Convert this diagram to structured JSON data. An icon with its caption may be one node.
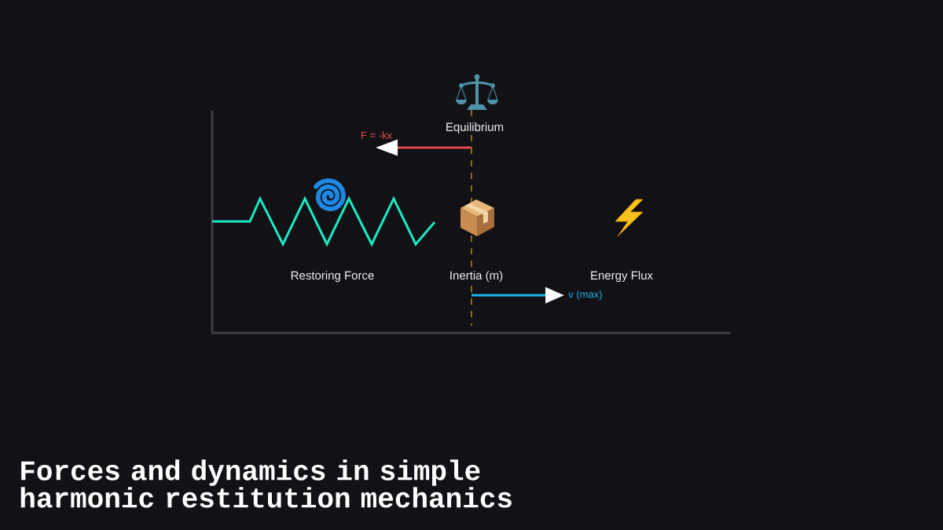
{
  "diagram": {
    "title": "Forces and dynamics in simple harmonic restitution mechanics",
    "labels": [
      "Equilibrium",
      "F = -kx",
      "Restoring Force",
      "Inertia (m)",
      "Energy Flux",
      "v (max)"
    ]
  }
}
